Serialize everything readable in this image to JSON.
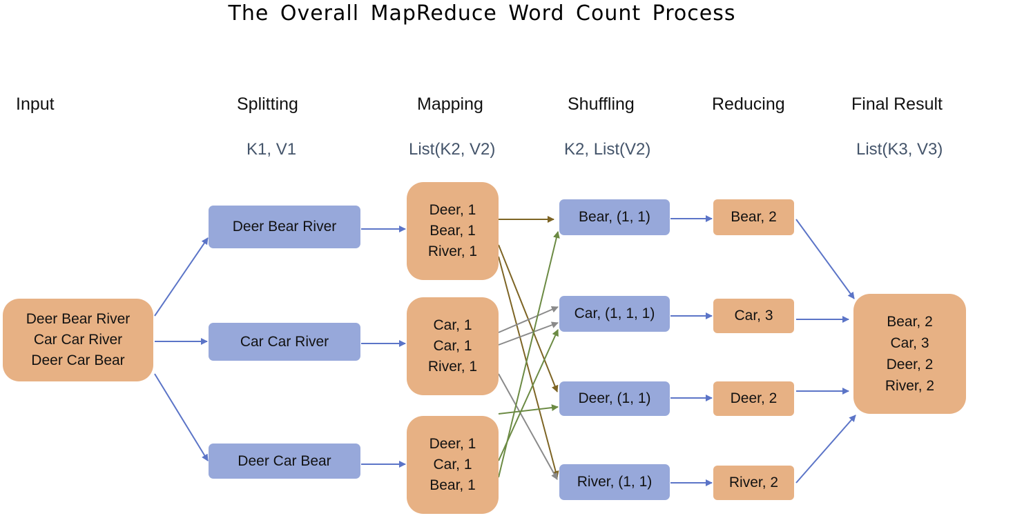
{
  "title": "The Overall MapReduce Word Count Process",
  "stages": {
    "input": "Input",
    "splitting": "Splitting",
    "mapping": "Mapping",
    "shuffling": "Shuffling",
    "reducing": "Reducing",
    "final": "Final Result"
  },
  "signatures": {
    "splitting": "K1, V1",
    "mapping": "List(K2, V2)",
    "shuffling": "K2, List(V2)",
    "final": "List(K3, V3)"
  },
  "input": [
    "Deer Bear River",
    "Car Car River",
    "Deer Car Bear"
  ],
  "splits": [
    "Deer Bear River",
    "Car Car River",
    "Deer Car Bear"
  ],
  "maps": [
    [
      "Deer, 1",
      "Bear, 1",
      "River, 1"
    ],
    [
      "Car, 1",
      "Car, 1",
      "River, 1"
    ],
    [
      "Deer, 1",
      "Car, 1",
      "Bear, 1"
    ]
  ],
  "shuffles": [
    "Bear, (1, 1)",
    "Car, (1, 1, 1)",
    "Deer, (1, 1)",
    "River, (1, 1)"
  ],
  "reduces": [
    "Bear, 2",
    "Car, 3",
    "Deer, 2",
    "River, 2"
  ],
  "final": [
    "Bear, 2",
    "Car, 3",
    "Deer, 2",
    "River, 2"
  ],
  "colors": {
    "blue_box": "#97a8da",
    "orange_box": "#e7b184",
    "arrow_blue": "#5b74c7",
    "arrow_olive": "#7d6424",
    "arrow_green": "#6b8a43",
    "arrow_gray": "#8a8a8a"
  }
}
